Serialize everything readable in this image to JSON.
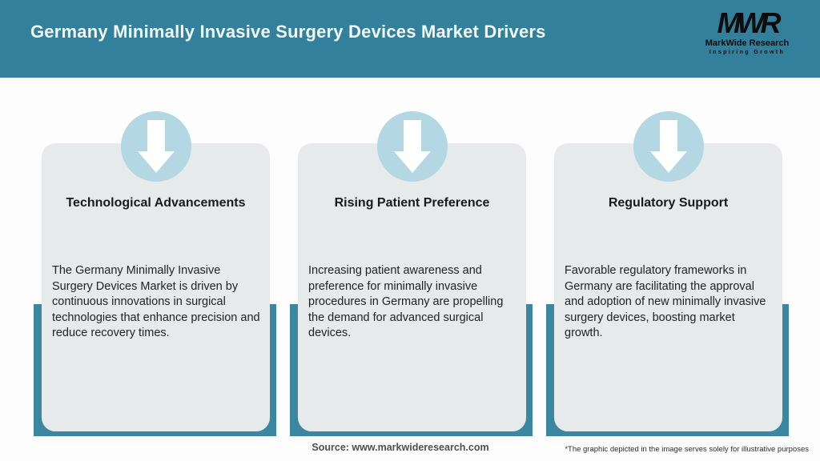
{
  "header": {
    "title": "Germany Minimally Invasive Surgery Devices Market Drivers",
    "logo": {
      "monogram": "MWR",
      "company": "MarkWide Research",
      "tagline": "Inspiring Growth"
    }
  },
  "cards": [
    {
      "icon": "down-arrow-icon",
      "title": "Technological Advancements",
      "body": "The Germany Minimally Invasive Surgery Devices Market is driven by continuous innovations in surgical technologies that enhance precision and reduce recovery times."
    },
    {
      "icon": "down-arrow-icon",
      "title": "Rising Patient Preference",
      "body": "Increasing patient awareness and preference for minimally invasive procedures in Germany are propelling the demand for advanced surgical devices."
    },
    {
      "icon": "down-arrow-icon",
      "title": "Regulatory Support",
      "body": "Favorable regulatory frameworks in Germany are facilitating the approval and adoption of new minimally invasive surgery devices, boosting market growth."
    }
  ],
  "footer": {
    "source": "Source: www.markwideresearch.com",
    "disclaimer": "*The graphic depicted in the image serves solely for illustrative purposes"
  },
  "colors": {
    "header_teal": "#32809b",
    "backing_teal": "#3b87a2",
    "circle_blue": "#b3d7e3",
    "card_gray": "#e7eaea",
    "arrow_white": "#ffffff",
    "title_text": "#f0f9fb"
  }
}
